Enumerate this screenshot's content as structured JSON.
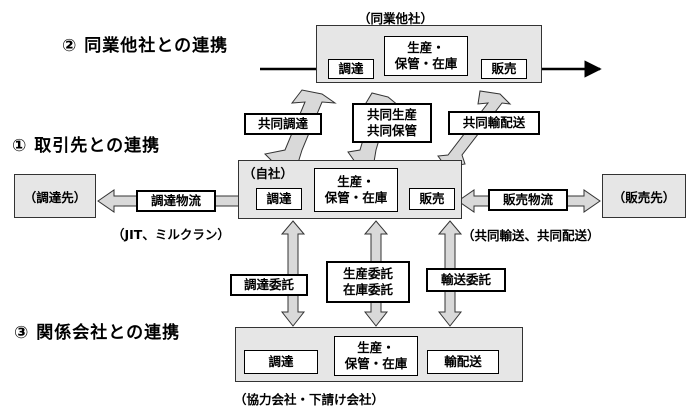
{
  "section_competitor": {
    "heading": "②  同業他社との連携",
    "caption": "（同業他社）",
    "box_procure": "調達",
    "box_production": "生産・\n保管・在庫",
    "box_sales": "販売"
  },
  "section_partner": {
    "heading": "①  取引先との連携",
    "own_label": "（自社）",
    "box_procure": "調達",
    "box_production": "生産・\n保管・在庫",
    "box_sales": "販売",
    "supplier": "（調達先）",
    "customer": "（販売先）",
    "procure_logistics": "調達物流",
    "sales_logistics": "販売物流",
    "procure_note": "（JIT、ミルクラン）",
    "sales_note": "（共同輸送、共同配送）"
  },
  "competitor_links": {
    "joint_procurement": "共同調達",
    "joint_production": "共同生産\n共同保管",
    "joint_delivery": "共同輸配送"
  },
  "affiliate_links": {
    "procure_outsourcing": "調達委託",
    "production_outsourcing": "生産委託\n在庫委託",
    "transport_outsourcing": "輸送委託"
  },
  "section_affiliate": {
    "heading": "③  関係会社との連携",
    "caption": "（協力会社・下請け会社）",
    "box_procure": "調達",
    "box_production": "生産・\n保管・在庫",
    "box_delivery": "輸配送"
  }
}
